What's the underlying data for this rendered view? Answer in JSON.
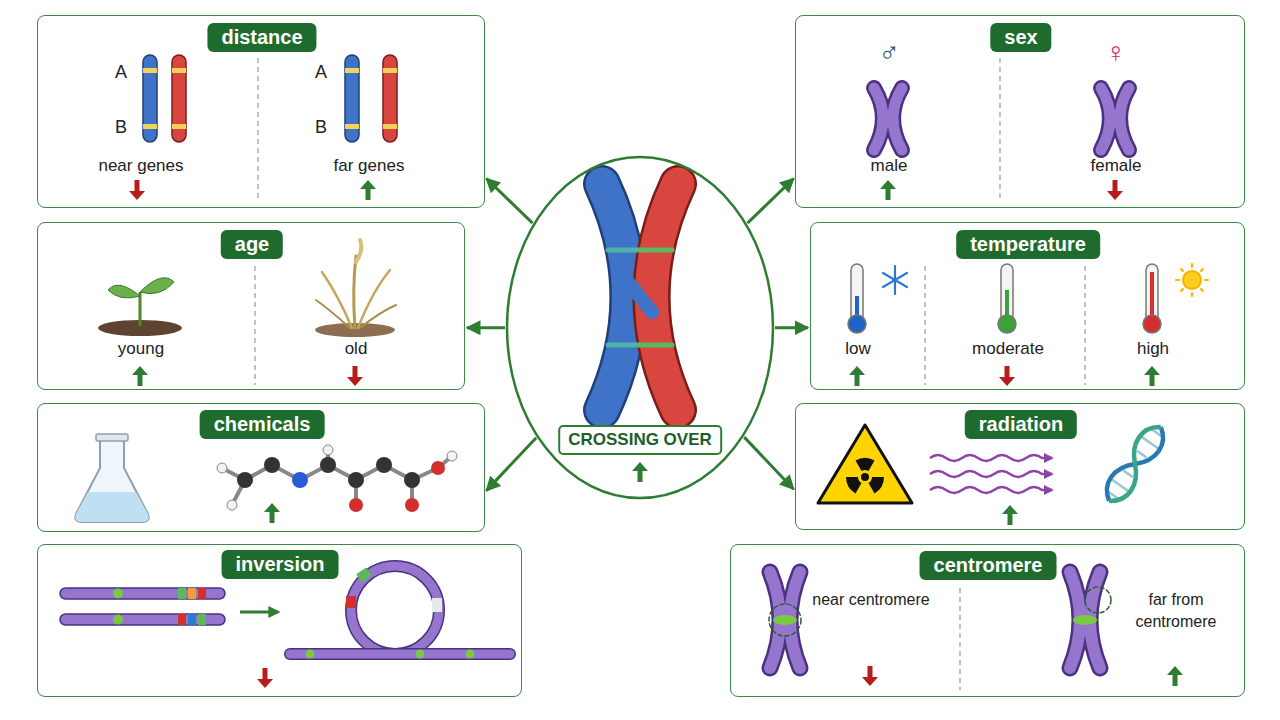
{
  "diagram": {
    "nodes": [
      {
        "text": [
          "distance",
          "A",
          "B",
          "near genes",
          "A",
          "B",
          "far genes"
        ]
      },
      {
        "text": [
          "sex",
          "♂",
          "male",
          "♀",
          "female"
        ]
      },
      {
        "text": [
          "CROSSING OVER"
        ]
      },
      {
        "text": [
          "age",
          "young",
          "old"
        ]
      },
      {
        "text": [
          "temperature",
          "low",
          "moderate",
          "high"
        ]
      },
      {
        "text": [
          "chemicals"
        ]
      },
      {
        "text": [
          "radiation"
        ]
      },
      {
        "text": [
          "inversion"
        ]
      },
      {
        "text": [
          "centromere",
          "near centromere",
          "far from centromere"
        ]
      }
    ],
    "edges": [
      {
        "from": 2,
        "to": 0,
        "arrow": "to"
      },
      {
        "from": 2,
        "to": 1,
        "arrow": "to"
      },
      {
        "from": 2,
        "to": 3,
        "arrow": "to"
      },
      {
        "from": 2,
        "to": 4,
        "arrow": "to"
      },
      {
        "from": 2,
        "to": 5,
        "arrow": "to"
      },
      {
        "from": 2,
        "to": 6,
        "arrow": "to"
      }
    ]
  }
}
